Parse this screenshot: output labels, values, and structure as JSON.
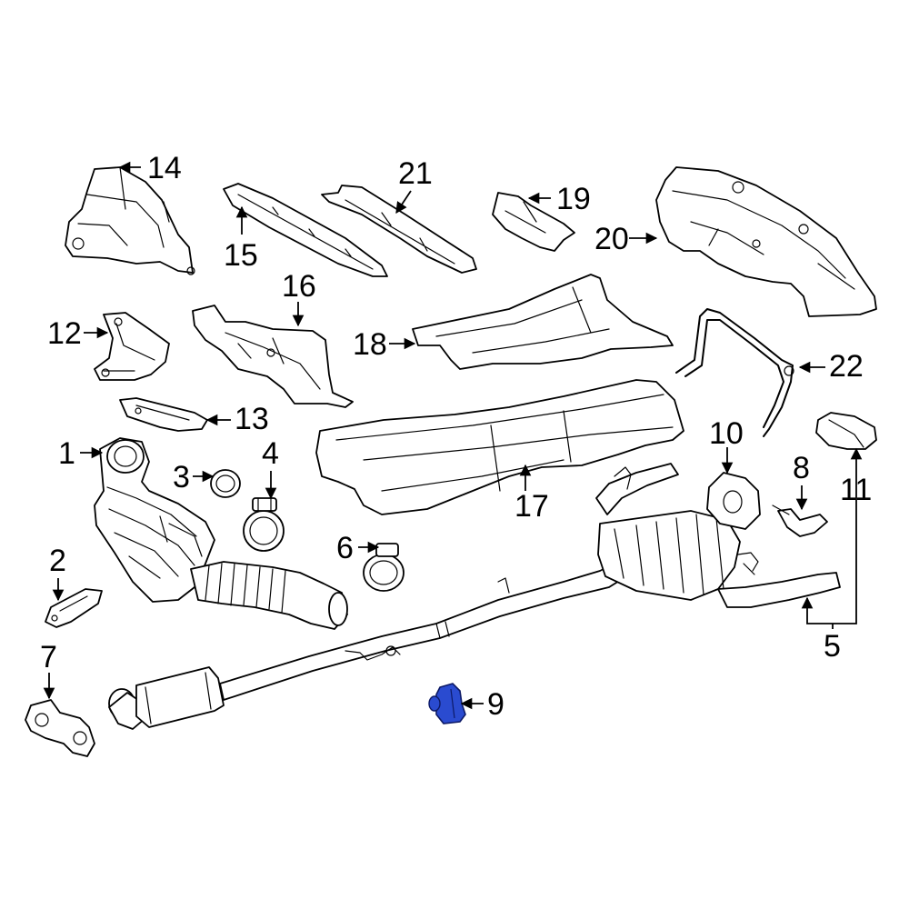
{
  "callouts": [
    {
      "id": "1",
      "label": "1"
    },
    {
      "id": "2",
      "label": "2"
    },
    {
      "id": "3",
      "label": "3"
    },
    {
      "id": "4",
      "label": "4"
    },
    {
      "id": "5",
      "label": "5"
    },
    {
      "id": "6",
      "label": "6"
    },
    {
      "id": "7",
      "label": "7"
    },
    {
      "id": "8",
      "label": "8"
    },
    {
      "id": "9",
      "label": "9"
    },
    {
      "id": "10",
      "label": "10"
    },
    {
      "id": "11",
      "label": "11"
    },
    {
      "id": "12",
      "label": "12"
    },
    {
      "id": "13",
      "label": "13"
    },
    {
      "id": "14",
      "label": "14"
    },
    {
      "id": "15",
      "label": "15"
    },
    {
      "id": "16",
      "label": "16"
    },
    {
      "id": "17",
      "label": "17"
    },
    {
      "id": "18",
      "label": "18"
    },
    {
      "id": "19",
      "label": "19"
    },
    {
      "id": "20",
      "label": "20"
    },
    {
      "id": "21",
      "label": "21"
    },
    {
      "id": "22",
      "label": "22"
    }
  ],
  "highlight": {
    "part_label": "9",
    "color": "#2a4bd0"
  },
  "line_color": "#000000",
  "background_color": "#ffffff"
}
